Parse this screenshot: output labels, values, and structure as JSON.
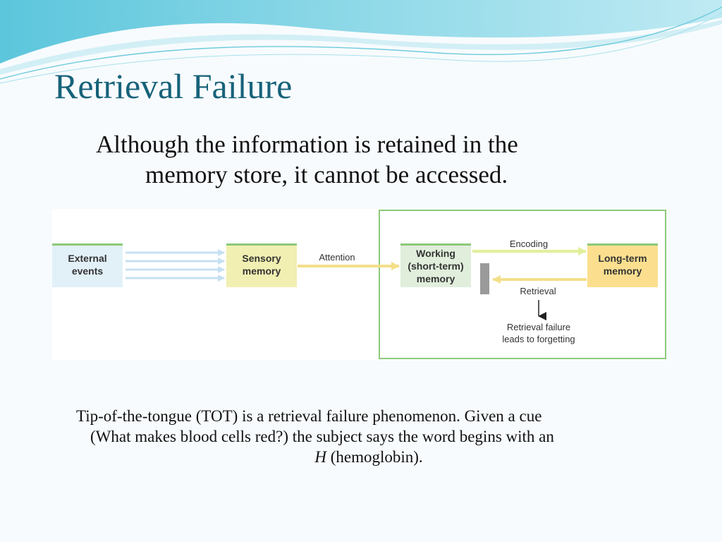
{
  "slide": {
    "title": "Retrieval Failure",
    "subtitle_line1": "Although the information is retained in the",
    "subtitle_line2": "memory store, it cannot be accessed.",
    "caption_line1": "Tip-of-the-tongue (TOT) is a retrieval failure phenomenon. Given a cue",
    "caption_line2": "(What makes blood cells red?) the subject says the word begins with an",
    "caption_letter": "H",
    "caption_rest": " (hemoglobin)."
  },
  "diagram": {
    "external_line1": "External",
    "external_line2": "events",
    "sensory_line1": "Sensory",
    "sensory_line2": "memory",
    "attention": "Attention",
    "working_line1": "Working",
    "working_line2": "(short-term)",
    "working_line3": "memory",
    "encoding": "Encoding",
    "longterm_line1": "Long-term",
    "longterm_line2": "memory",
    "retrieval": "Retrieval",
    "failure_line1": "Retrieval failure",
    "failure_line2": "leads to forgetting",
    "colors": {
      "external_fill": "#e2f0f8",
      "sensory_fill": "#f1efb2",
      "working_fill": "#e0eedb",
      "longterm_fill": "#fbdf8f",
      "green_border": "#8cc97a",
      "title": "#17627a"
    }
  }
}
